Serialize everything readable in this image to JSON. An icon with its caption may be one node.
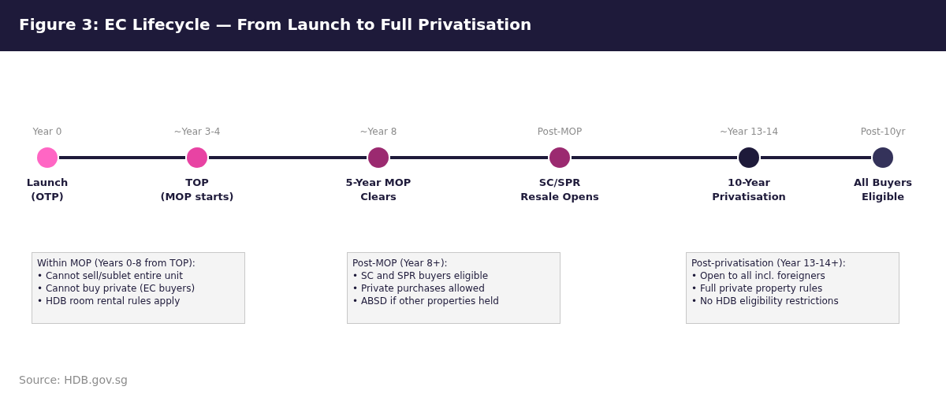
{
  "diagram": {
    "title": "Figure 3: EC Lifecycle — From Launch to Full Privatisation",
    "caption": "Source: HDB.gov.sg",
    "nodes": [
      {
        "text": [],
        "shape": "circle",
        "beside": [
          "Year 0",
          "Launch (OTP)"
        ]
      },
      {
        "text": [],
        "shape": "circle",
        "beside": [
          "~Year 3-4",
          "TOP (MOP starts)"
        ]
      },
      {
        "text": [],
        "shape": "circle",
        "beside": [
          "~Year 8",
          "5-Year MOP Clears"
        ]
      },
      {
        "text": [],
        "shape": "circle",
        "beside": [
          "Post-MOP",
          "SC/SPR Resale Opens"
        ]
      },
      {
        "text": [],
        "shape": "circle",
        "beside": [
          "~Year 13-14",
          "10-Year Privatisation"
        ]
      },
      {
        "text": [],
        "shape": "circle",
        "beside": [
          "Post-10yr",
          "All Buyers Eligible"
        ]
      },
      {
        "text": [
          "Within MOP (Years 0-8 from TOP):",
          "• Cannot sell/sublet entire unit",
          "• Cannot buy private (EC buyers)",
          "• HDB room rental rules apply"
        ]
      },
      {
        "text": [
          "Post-MOP (Year 8+):",
          "• SC and SPR buyers eligible",
          "• Private purchases allowed",
          "• ABSD if other properties held"
        ]
      },
      {
        "text": [
          "Post-privatisation (Year 13-14+):",
          "• Open to all incl. foreigners",
          "• Full private property rules",
          "• No HDB eligibility restrictions"
        ]
      }
    ],
    "edges": [
      {
        "from": 0,
        "to": 1,
        "arrow": "none"
      },
      {
        "from": 1,
        "to": 2,
        "arrow": "none"
      },
      {
        "from": 2,
        "to": 3,
        "arrow": "none"
      },
      {
        "from": 3,
        "to": 4,
        "arrow": "none"
      },
      {
        "from": 4,
        "to": 5,
        "arrow": "none"
      }
    ]
  }
}
